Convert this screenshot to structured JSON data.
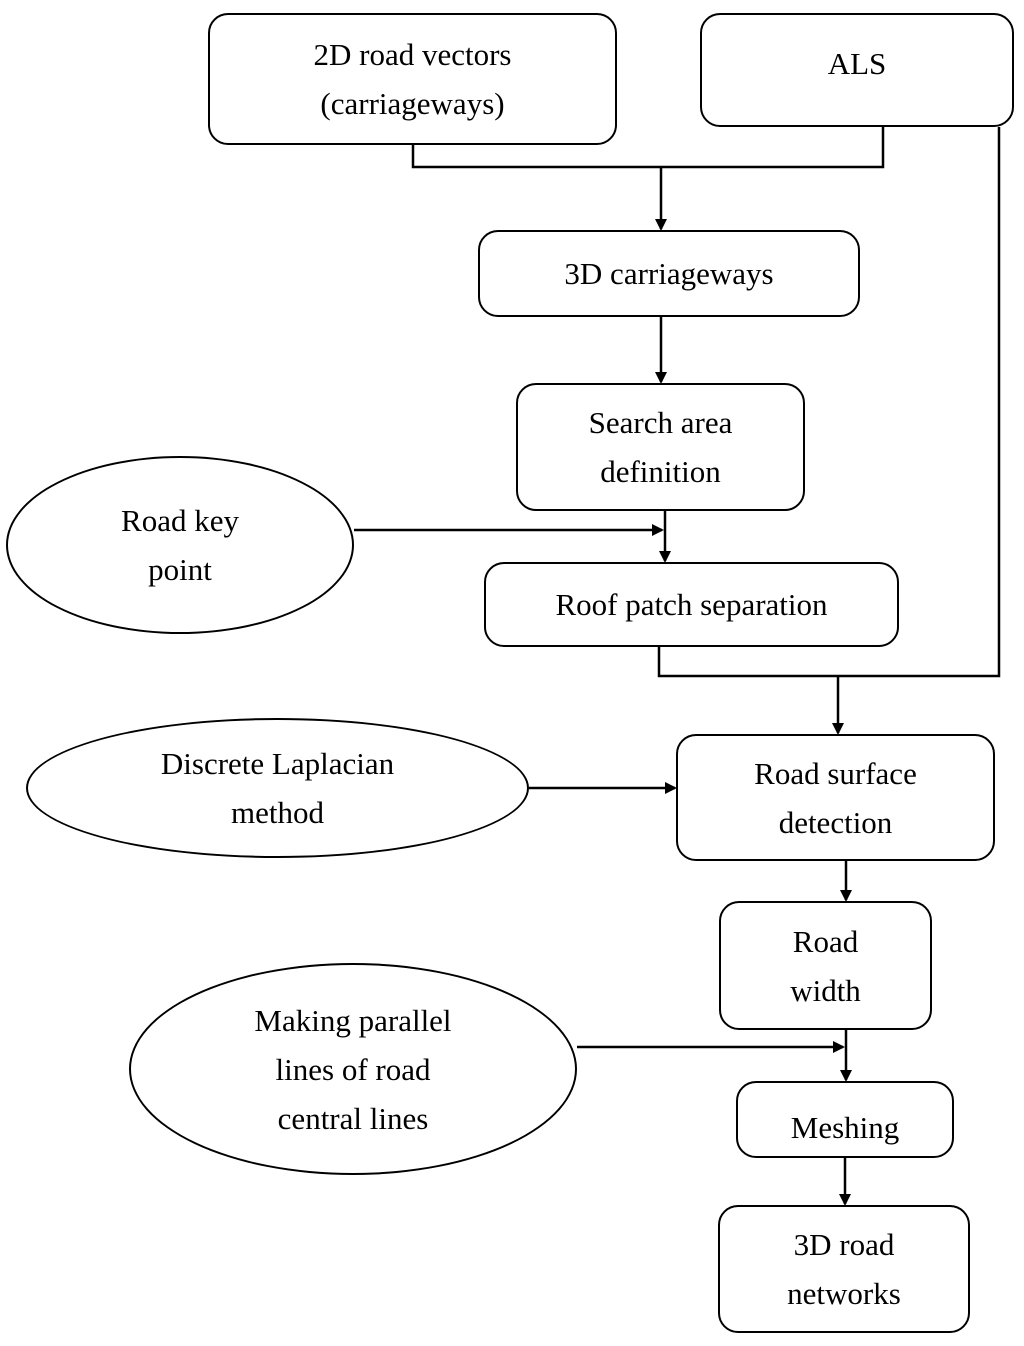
{
  "nodes": {
    "road_vectors": [
      "2D road vectors",
      "(carriageways)"
    ],
    "als": [
      "ALS"
    ],
    "carriageways_3d": [
      "3D carriageways"
    ],
    "search_area": [
      "Search area",
      "definition"
    ],
    "road_key_point": [
      "Road key",
      "point"
    ],
    "roof_patch": [
      "Roof patch separation"
    ],
    "laplacian": [
      "Discrete Laplacian",
      "method"
    ],
    "road_surface": [
      "Road surface",
      "detection"
    ],
    "road_width": [
      "Road",
      "width"
    ],
    "parallel_lines": [
      "Making parallel",
      "lines of road",
      "central lines"
    ],
    "meshing": [
      "Meshing"
    ],
    "road_networks": [
      "3D road",
      "networks"
    ]
  },
  "edges": [
    {
      "from": [
        "road_vectors",
        "als"
      ],
      "to": "carriageways_3d"
    },
    {
      "from": [
        "carriageways_3d"
      ],
      "to": "search_area"
    },
    {
      "from": [
        "search_area"
      ],
      "to": "roof_patch"
    },
    {
      "from": [
        "road_key_point"
      ],
      "to": "roof_patch"
    },
    {
      "from": [
        "roof_patch",
        "als"
      ],
      "to": "road_surface"
    },
    {
      "from": [
        "laplacian"
      ],
      "to": "road_surface"
    },
    {
      "from": [
        "road_surface"
      ],
      "to": "road_width"
    },
    {
      "from": [
        "road_width"
      ],
      "to": "meshing"
    },
    {
      "from": [
        "parallel_lines"
      ],
      "to": "meshing"
    },
    {
      "from": [
        "meshing"
      ],
      "to": "road_networks"
    }
  ]
}
